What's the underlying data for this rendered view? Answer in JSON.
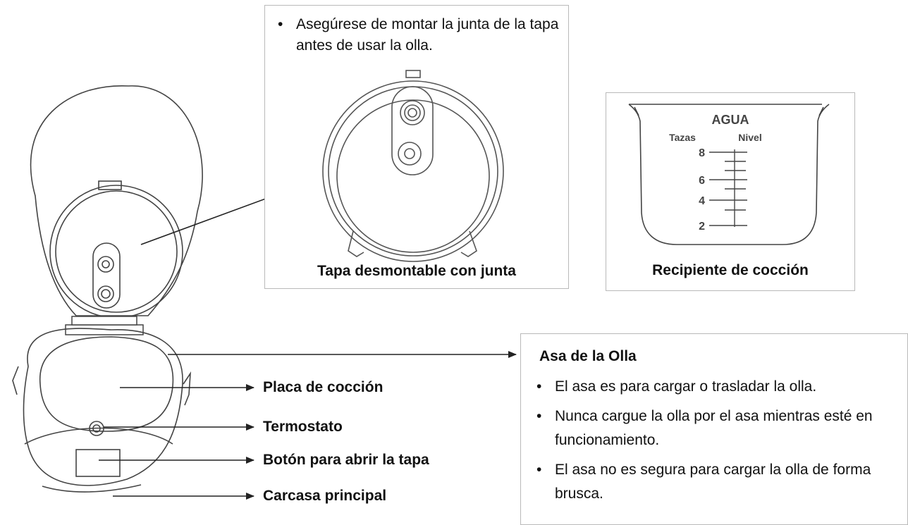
{
  "lid_box": {
    "note": "Asegúrese de montar la junta de la tapa antes de usar la olla.",
    "caption": "Tapa desmontable con junta"
  },
  "pot_box": {
    "title": "AGUA",
    "col_left": "Tazas",
    "col_right": "Nivel",
    "marks": [
      "8",
      "6",
      "4",
      "2"
    ],
    "caption": "Recipiente de cocción"
  },
  "labels": {
    "plate": "Placa de cocción",
    "thermostat": "Termostato",
    "button": "Botón para abrir la tapa",
    "housing": "Carcasa principal"
  },
  "handle_box": {
    "title": "Asa de la Olla",
    "bullets": [
      "El asa es para cargar o trasladar la olla.",
      "Nunca cargue la olla por el asa mientras esté en funcionamiento.",
      "El asa no es segura para cargar la olla de forma brusca."
    ]
  },
  "colors": {
    "line": "#333333",
    "border": "#b9b9b9"
  }
}
